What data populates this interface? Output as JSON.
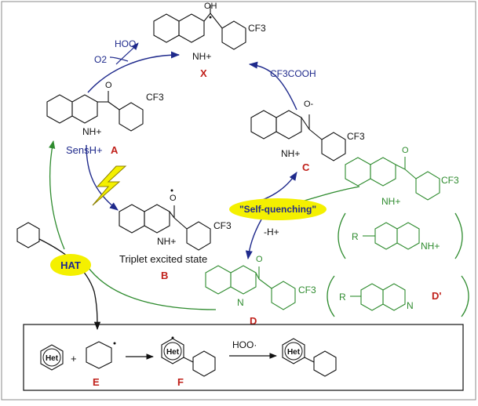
{
  "colors": {
    "black": "#111111",
    "blue": "#1f2a8c",
    "green": "#2e8b2e",
    "red": "#c0201a",
    "yellow": "#f4f000",
    "frame": "#555555"
  },
  "molecules": {
    "X": {
      "OH": "OH",
      "CF3": "CF3",
      "NH": "NH+",
      "label": "X"
    },
    "A": {
      "O": "O",
      "CF3": "CF3",
      "NH": "NH+",
      "sens": "SensH+",
      "label": "A"
    },
    "B": {
      "O": "O",
      "CF3": "CF3",
      "NH": "NH+",
      "caption": "Triplet excited state",
      "label": "B"
    },
    "C": {
      "O": "O-",
      "CF3": "CF3",
      "NH": "NH+",
      "label": "C"
    },
    "D": {
      "O": "O",
      "CF3": "CF3",
      "N": "N",
      "label": "D"
    },
    "green": {
      "O": "O",
      "CF3": "CF3",
      "NH": "NH+"
    },
    "Dprime": {
      "R": "R",
      "N": "N",
      "label": "D'"
    },
    "Rgroup": {
      "R": "R",
      "NH": "NH+"
    }
  },
  "reagents": {
    "hoo_top": "HOO·",
    "o2": "O2",
    "cf3cooh": "CF3COOH",
    "minus_h": "-H+",
    "hoo_bottom": "HOO·"
  },
  "bubbles": {
    "self_quenching": "\"Self-quenching\"",
    "hat": "HAT"
  },
  "box": {
    "het": "Het",
    "plus": "+",
    "E": "E",
    "F": "F"
  },
  "icons": [
    "lightning-icon"
  ]
}
